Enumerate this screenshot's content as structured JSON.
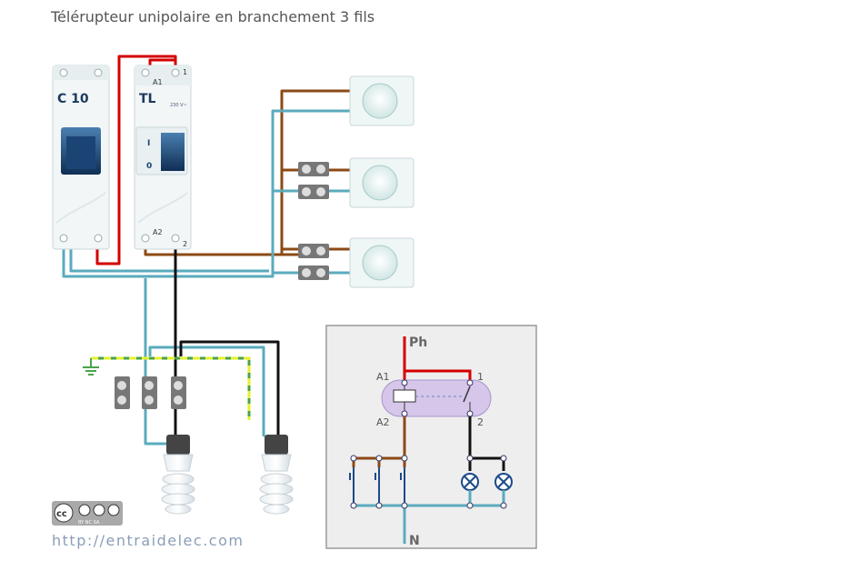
{
  "title": "Télérupteur unipolaire en branchement 3 fils",
  "breaker": {
    "label": "C 10"
  },
  "relay": {
    "label": "TL",
    "terminal_a1": "A1",
    "terminal_a2": "A2",
    "terminal_1": "1",
    "terminal_2": "2",
    "pos_on": "I",
    "pos_off": "0",
    "rating": "230 V~"
  },
  "pushbuttons": [
    "pushbutton-1",
    "pushbutton-2",
    "pushbutton-3"
  ],
  "schematic": {
    "phase": "Ph",
    "neutral": "N",
    "a1": "A1",
    "a2": "A2",
    "t1": "1",
    "t2": "2"
  },
  "license": {
    "badge": "cc",
    "terms": "BY  NC  SA"
  },
  "site_url": "http://entraidelec.com",
  "colors": {
    "phase": "#d40000",
    "neutral": "#5aabbd",
    "return": "#8b4a16",
    "lamp_return": "#111111",
    "earth": "#b8d22a"
  }
}
